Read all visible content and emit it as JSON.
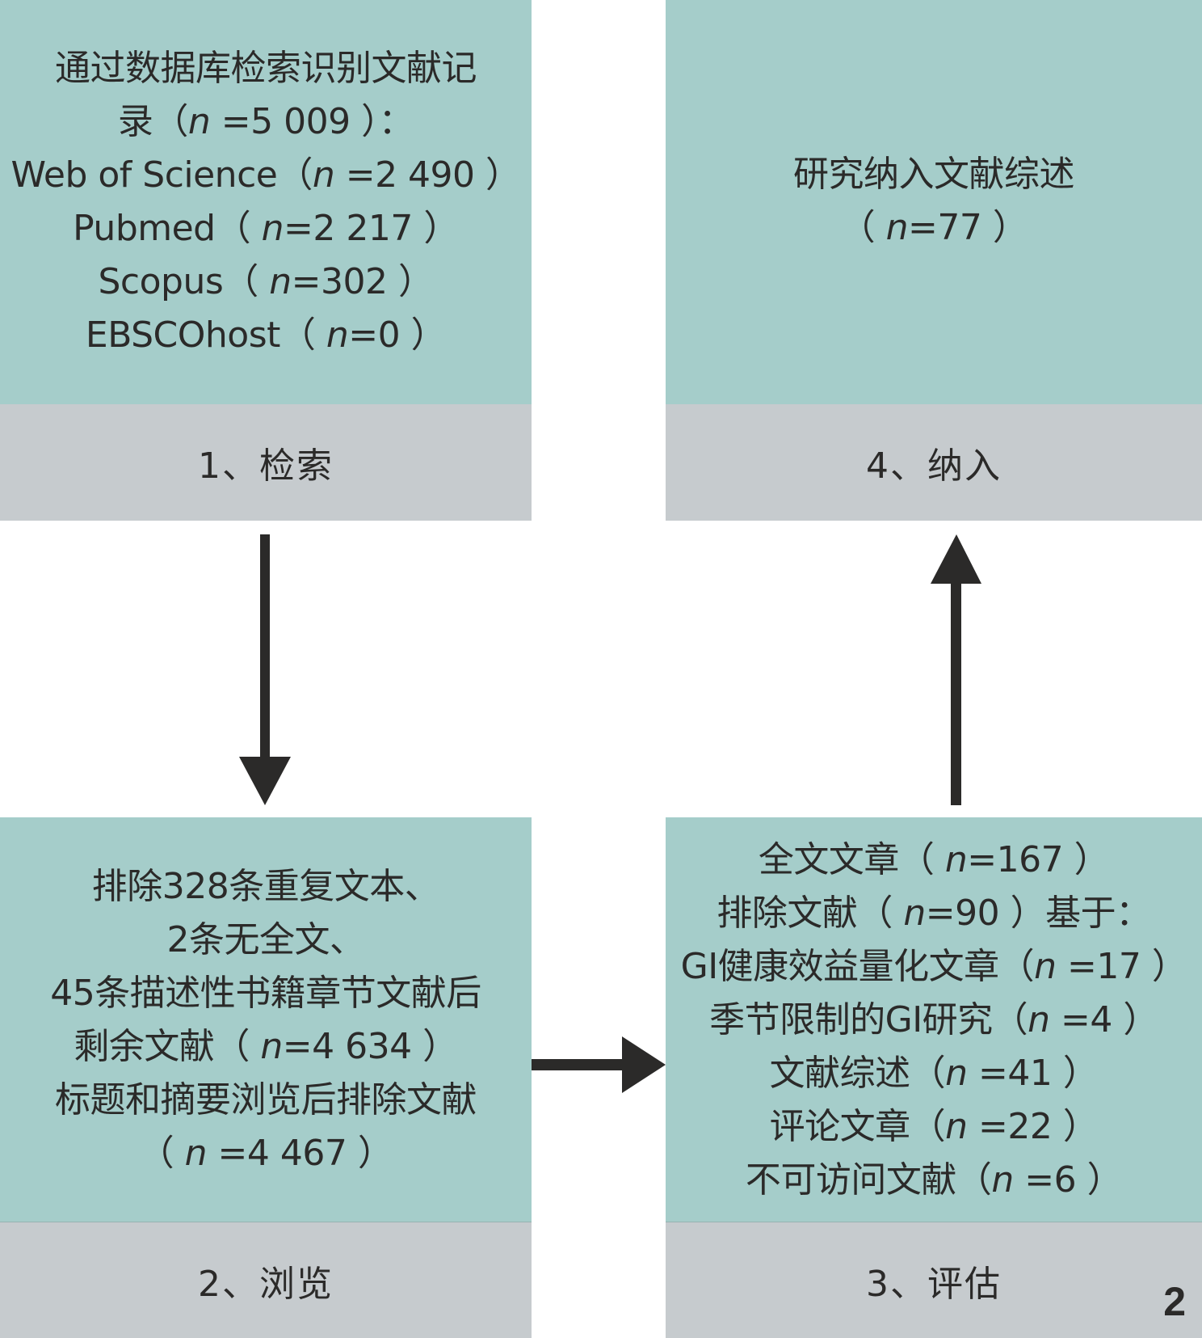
{
  "colors": {
    "box_fill": "#a5cdca",
    "label_fill": "#c6cbce",
    "arrow": "#2b2a29",
    "text": "#2b2a29"
  },
  "steps": {
    "search": {
      "lines": [
        {
          "pre": "通过数据库检索识别文献记",
          "n": "",
          "post": ""
        },
        {
          "pre": "录（",
          "n": "n",
          "post": " =5 009 ）："
        },
        {
          "pre": "Web of Science（",
          "n": "n",
          "post": " =2 490 ）"
        },
        {
          "pre": "Pubmed（ ",
          "n": "n",
          "post": "=2 217 ）"
        },
        {
          "pre": "Scopus（ ",
          "n": "n",
          "post": "=302 ）"
        },
        {
          "pre": "EBSCOhost（ ",
          "n": "n",
          "post": "=0 ）"
        }
      ],
      "label": "1、检索"
    },
    "screening": {
      "lines": [
        {
          "pre": "排除328条重复文本、",
          "n": "",
          "post": ""
        },
        {
          "pre": "2条无全文、",
          "n": "",
          "post": ""
        },
        {
          "pre": "45条描述性书籍章节文献后",
          "n": "",
          "post": ""
        },
        {
          "pre": "剩余文献（ ",
          "n": "n",
          "post": "=4 634 ）"
        },
        {
          "pre": "标题和摘要浏览后排除文献",
          "n": "",
          "post": ""
        },
        {
          "pre": "（ ",
          "n": "n",
          "post": " =4 467 ）"
        }
      ],
      "label": "2、浏览"
    },
    "eligibility": {
      "lines": [
        {
          "pre": "全文文章（ ",
          "n": "n",
          "post": "=167 ）"
        },
        {
          "pre": "排除文献（ ",
          "n": "n",
          "post": "=90 ）基于："
        },
        {
          "pre": "GI健康效益量化文章（",
          "n": "n",
          "post": " =17 ）"
        },
        {
          "pre": "季节限制的GI研究（",
          "n": "n",
          "post": " =4 ）"
        },
        {
          "pre": "文献综述（",
          "n": "n",
          "post": " =41 ）"
        },
        {
          "pre": "评论文章（",
          "n": "n",
          "post": " =22 ）"
        },
        {
          "pre": "不可访问文献（",
          "n": "n",
          "post": " =6 ）"
        }
      ],
      "label": "3、评估"
    },
    "included": {
      "lines": [
        {
          "pre": "研究纳入文献综述",
          "n": "",
          "post": ""
        },
        {
          "pre": "（ ",
          "n": "n",
          "post": "=77 ）"
        }
      ],
      "label": "4、纳入"
    }
  },
  "arrows": [
    {
      "from": "search",
      "to": "screening",
      "direction": "down"
    },
    {
      "from": "screening",
      "to": "eligibility",
      "direction": "right"
    },
    {
      "from": "eligibility",
      "to": "included",
      "direction": "up"
    }
  ],
  "page_number": "2"
}
